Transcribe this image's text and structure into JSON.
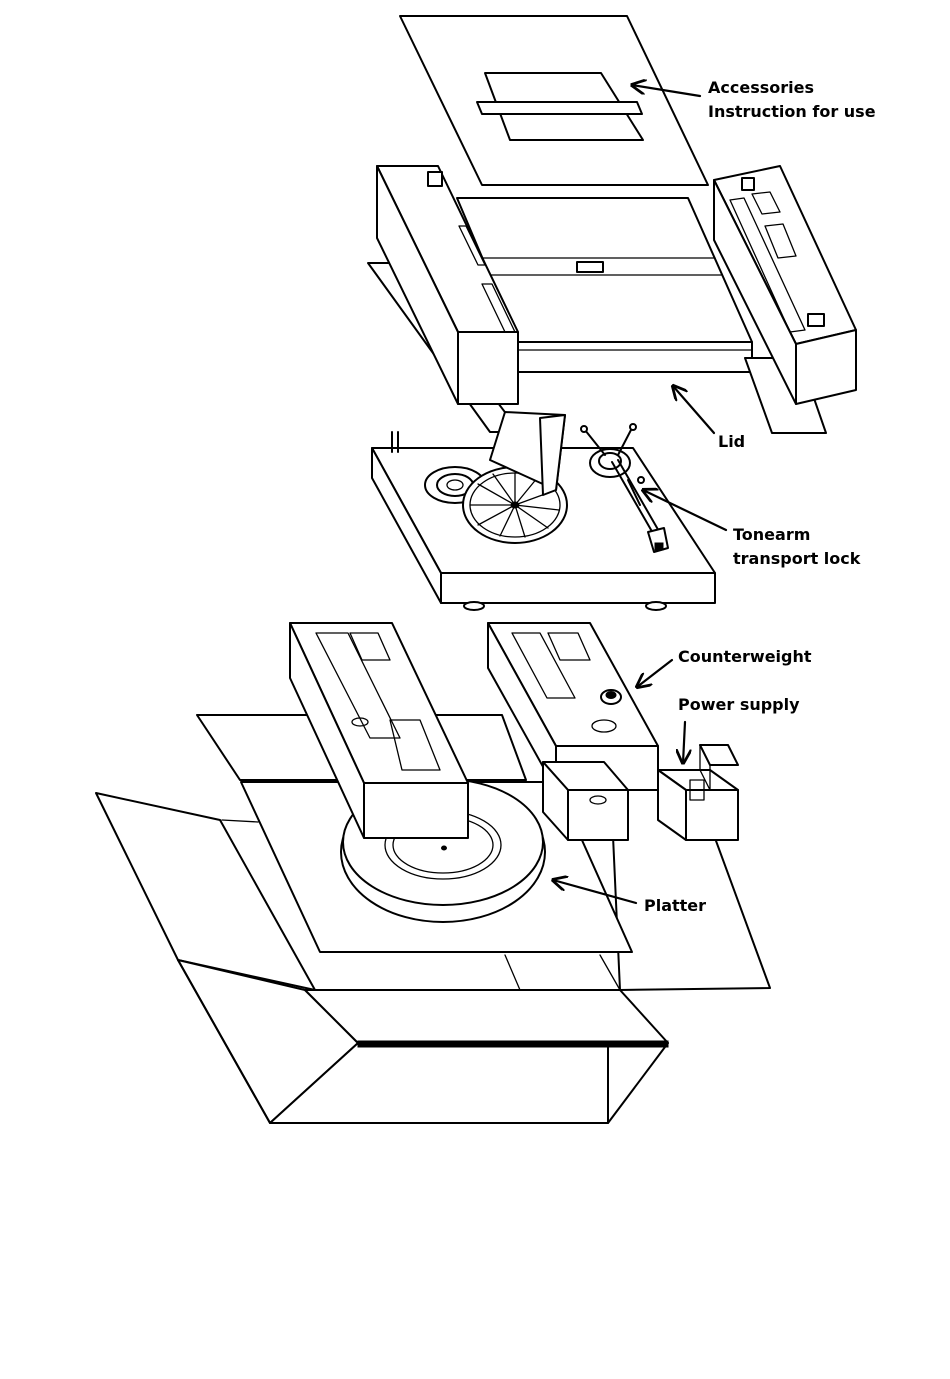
{
  "labels": {
    "accessories": "Accessories",
    "instruction": "Instruction for use",
    "lid": "Lid",
    "tonearm": "Tonearm",
    "transport_lock": "transport lock",
    "counterweight": "Counterweight",
    "power_supply": "Power supply",
    "platter": "Platter"
  },
  "colors": {
    "line": "#000000",
    "background": "#ffffff"
  }
}
